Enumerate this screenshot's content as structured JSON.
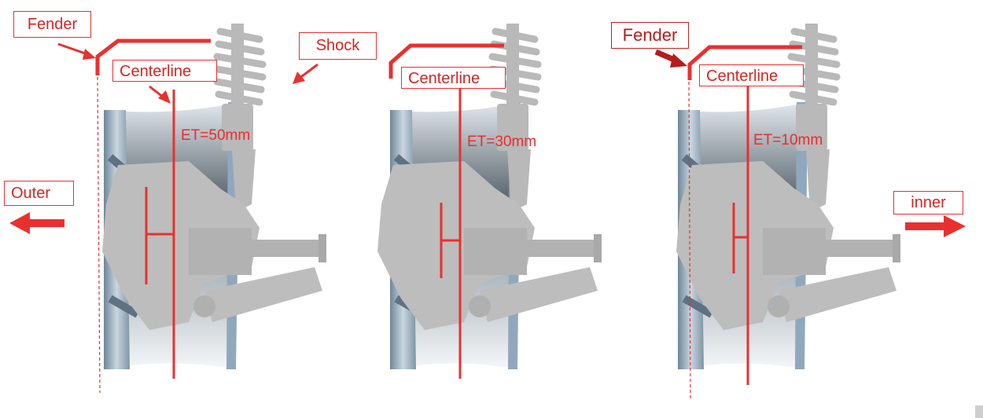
{
  "panels": [
    {
      "id": "panel-et50",
      "fender_label": "Fender",
      "centerline_label": "Centerline",
      "shock_label": "Shock",
      "et_label": "ET=50mm",
      "direction_label": "Outer"
    },
    {
      "id": "panel-et30",
      "centerline_label": "Centerline",
      "et_label": "ET=30mm"
    },
    {
      "id": "panel-et10",
      "fender_label": "Fender",
      "centerline_label": "Centerline",
      "et_label": "ET=10mm",
      "direction_label": "inner"
    }
  ],
  "colors": {
    "annotation_red": "#e8312f",
    "wheel_steel": "#8fa8bd",
    "suspension_gray": "#b9b9b9",
    "background": "#ffffff"
  }
}
